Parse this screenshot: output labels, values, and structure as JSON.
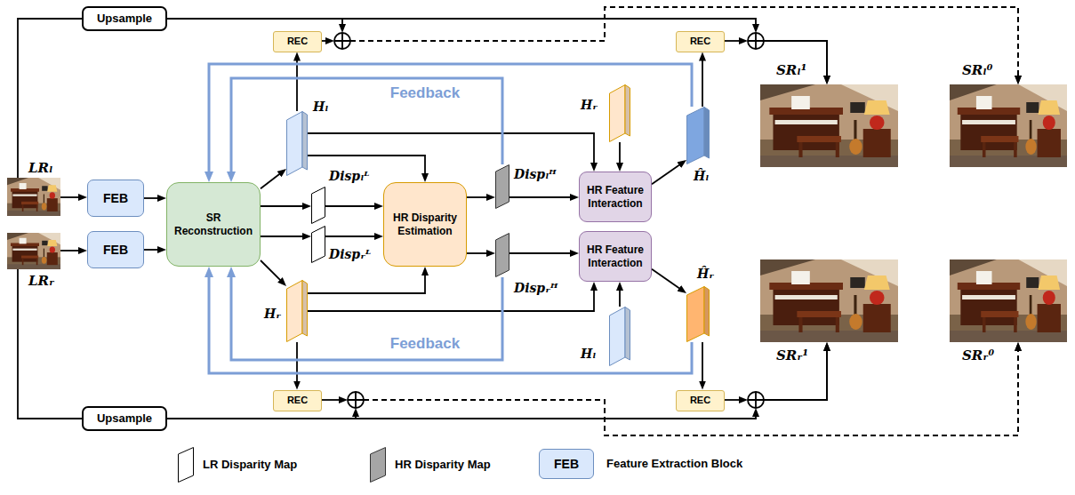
{
  "diagram": {
    "nodes": [
      {
        "text": [
          "Upsample"
        ]
      },
      {
        "text": [
          "REC"
        ]
      },
      {
        "text": [
          "REC"
        ]
      },
      {
        "text": [
          "LRₗ"
        ]
      },
      {
        "text": [
          "FEB"
        ]
      },
      {
        "text": [
          "SR Reconstruction"
        ]
      },
      {
        "text": [
          "Hₗ"
        ]
      },
      {
        "text": [
          "Dispₗᴸ"
        ]
      },
      {
        "text": [
          "Dispᵣᴸ"
        ]
      },
      {
        "text": [
          "HR Disparity Estimation"
        ]
      },
      {
        "text": [
          "Dispₗᴴ"
        ]
      },
      {
        "text": [
          "Dispᵣᴴ"
        ]
      },
      {
        "text": [
          "Hᵣ"
        ]
      },
      {
        "text": [
          "HR Feature Interaction"
        ]
      },
      {
        "text": [
          "HR Feature Interaction"
        ]
      },
      {
        "text": [
          "Ĥₗ"
        ]
      },
      {
        "text": [
          "SRₗ¹"
        ]
      },
      {
        "text": [
          "SRₗ⁰"
        ]
      },
      {
        "text": [
          "LRᵣ"
        ]
      },
      {
        "text": [
          "FEB"
        ]
      },
      {
        "text": [
          "Hᵣ"
        ]
      },
      {
        "text": [
          "Hₗ"
        ]
      },
      {
        "text": [
          "Ĥᵣ"
        ]
      },
      {
        "text": [
          "SRᵣ¹"
        ]
      },
      {
        "text": [
          "SRᵣ⁰"
        ]
      },
      {
        "text": [
          "REC"
        ]
      },
      {
        "text": [
          "REC"
        ]
      },
      {
        "text": [
          "Upsample"
        ]
      }
    ],
    "edges": [
      {
        "from": 3,
        "to": 4,
        "arrow": "to"
      },
      {
        "from": 18,
        "to": 19,
        "arrow": "to"
      },
      {
        "from": 4,
        "to": 5,
        "arrow": "to"
      },
      {
        "from": 19,
        "to": 5,
        "arrow": "to"
      },
      {
        "from": 5,
        "to": 6,
        "arrow": "to"
      },
      {
        "from": 5,
        "to": 7,
        "arrow": "to"
      },
      {
        "from": 5,
        "to": 8,
        "arrow": "to"
      },
      {
        "from": 5,
        "to": 20,
        "arrow": "to"
      },
      {
        "from": 6,
        "to": 1,
        "arrow": "to"
      },
      {
        "from": 20,
        "to": 25,
        "arrow": "to"
      },
      {
        "from": 6,
        "to": 9,
        "arrow": "to"
      },
      {
        "from": 20,
        "to": 9,
        "arrow": "to"
      },
      {
        "from": 7,
        "to": 9,
        "arrow": "to"
      },
      {
        "from": 8,
        "to": 9,
        "arrow": "to"
      },
      {
        "from": 9,
        "to": 10,
        "arrow": "to"
      },
      {
        "from": 9,
        "to": 11,
        "arrow": "to"
      },
      {
        "from": 10,
        "to": 13,
        "arrow": "to"
      },
      {
        "from": 11,
        "to": 14,
        "arrow": "to"
      },
      {
        "from": 6,
        "to": 13,
        "arrow": "to"
      },
      {
        "from": 20,
        "to": 14,
        "arrow": "to"
      },
      {
        "from": 12,
        "to": 13,
        "arrow": "to"
      },
      {
        "from": 21,
        "to": 14,
        "arrow": "to"
      },
      {
        "from": 13,
        "to": 15,
        "arrow": "to"
      },
      {
        "from": 14,
        "to": 22,
        "arrow": "to"
      },
      {
        "from": 15,
        "to": 2,
        "arrow": "to"
      },
      {
        "from": 22,
        "to": 26,
        "arrow": "to"
      },
      {
        "from": 3,
        "to": 0,
        "arrow": "none"
      },
      {
        "from": 18,
        "to": 27,
        "arrow": "none"
      },
      {
        "from": 0,
        "to": 16,
        "arrow": "to"
      },
      {
        "from": 2,
        "to": 16,
        "arrow": "to"
      },
      {
        "from": 0,
        "to": 17,
        "arrow": "to"
      },
      {
        "from": 1,
        "to": 17,
        "arrow": "to"
      },
      {
        "from": 27,
        "to": 23,
        "arrow": "to"
      },
      {
        "from": 26,
        "to": 23,
        "arrow": "to"
      },
      {
        "from": 27,
        "to": 24,
        "arrow": "to"
      },
      {
        "from": 25,
        "to": 24,
        "arrow": "to"
      },
      {
        "from": 10,
        "to": 5,
        "arrow": "to"
      },
      {
        "from": 15,
        "to": 5,
        "arrow": "to"
      },
      {
        "from": 11,
        "to": 5,
        "arrow": "to"
      },
      {
        "from": 22,
        "to": 5,
        "arrow": "to"
      }
    ],
    "labels": [
      "Feedback",
      "Feedback",
      "FEB"
    ],
    "legend": [
      {
        "text": "LR Disparity Map"
      },
      {
        "text": "HR Disparity Map"
      },
      {
        "text": "Feature Extraction Block",
        "color": "#dae8fc"
      }
    ]
  }
}
